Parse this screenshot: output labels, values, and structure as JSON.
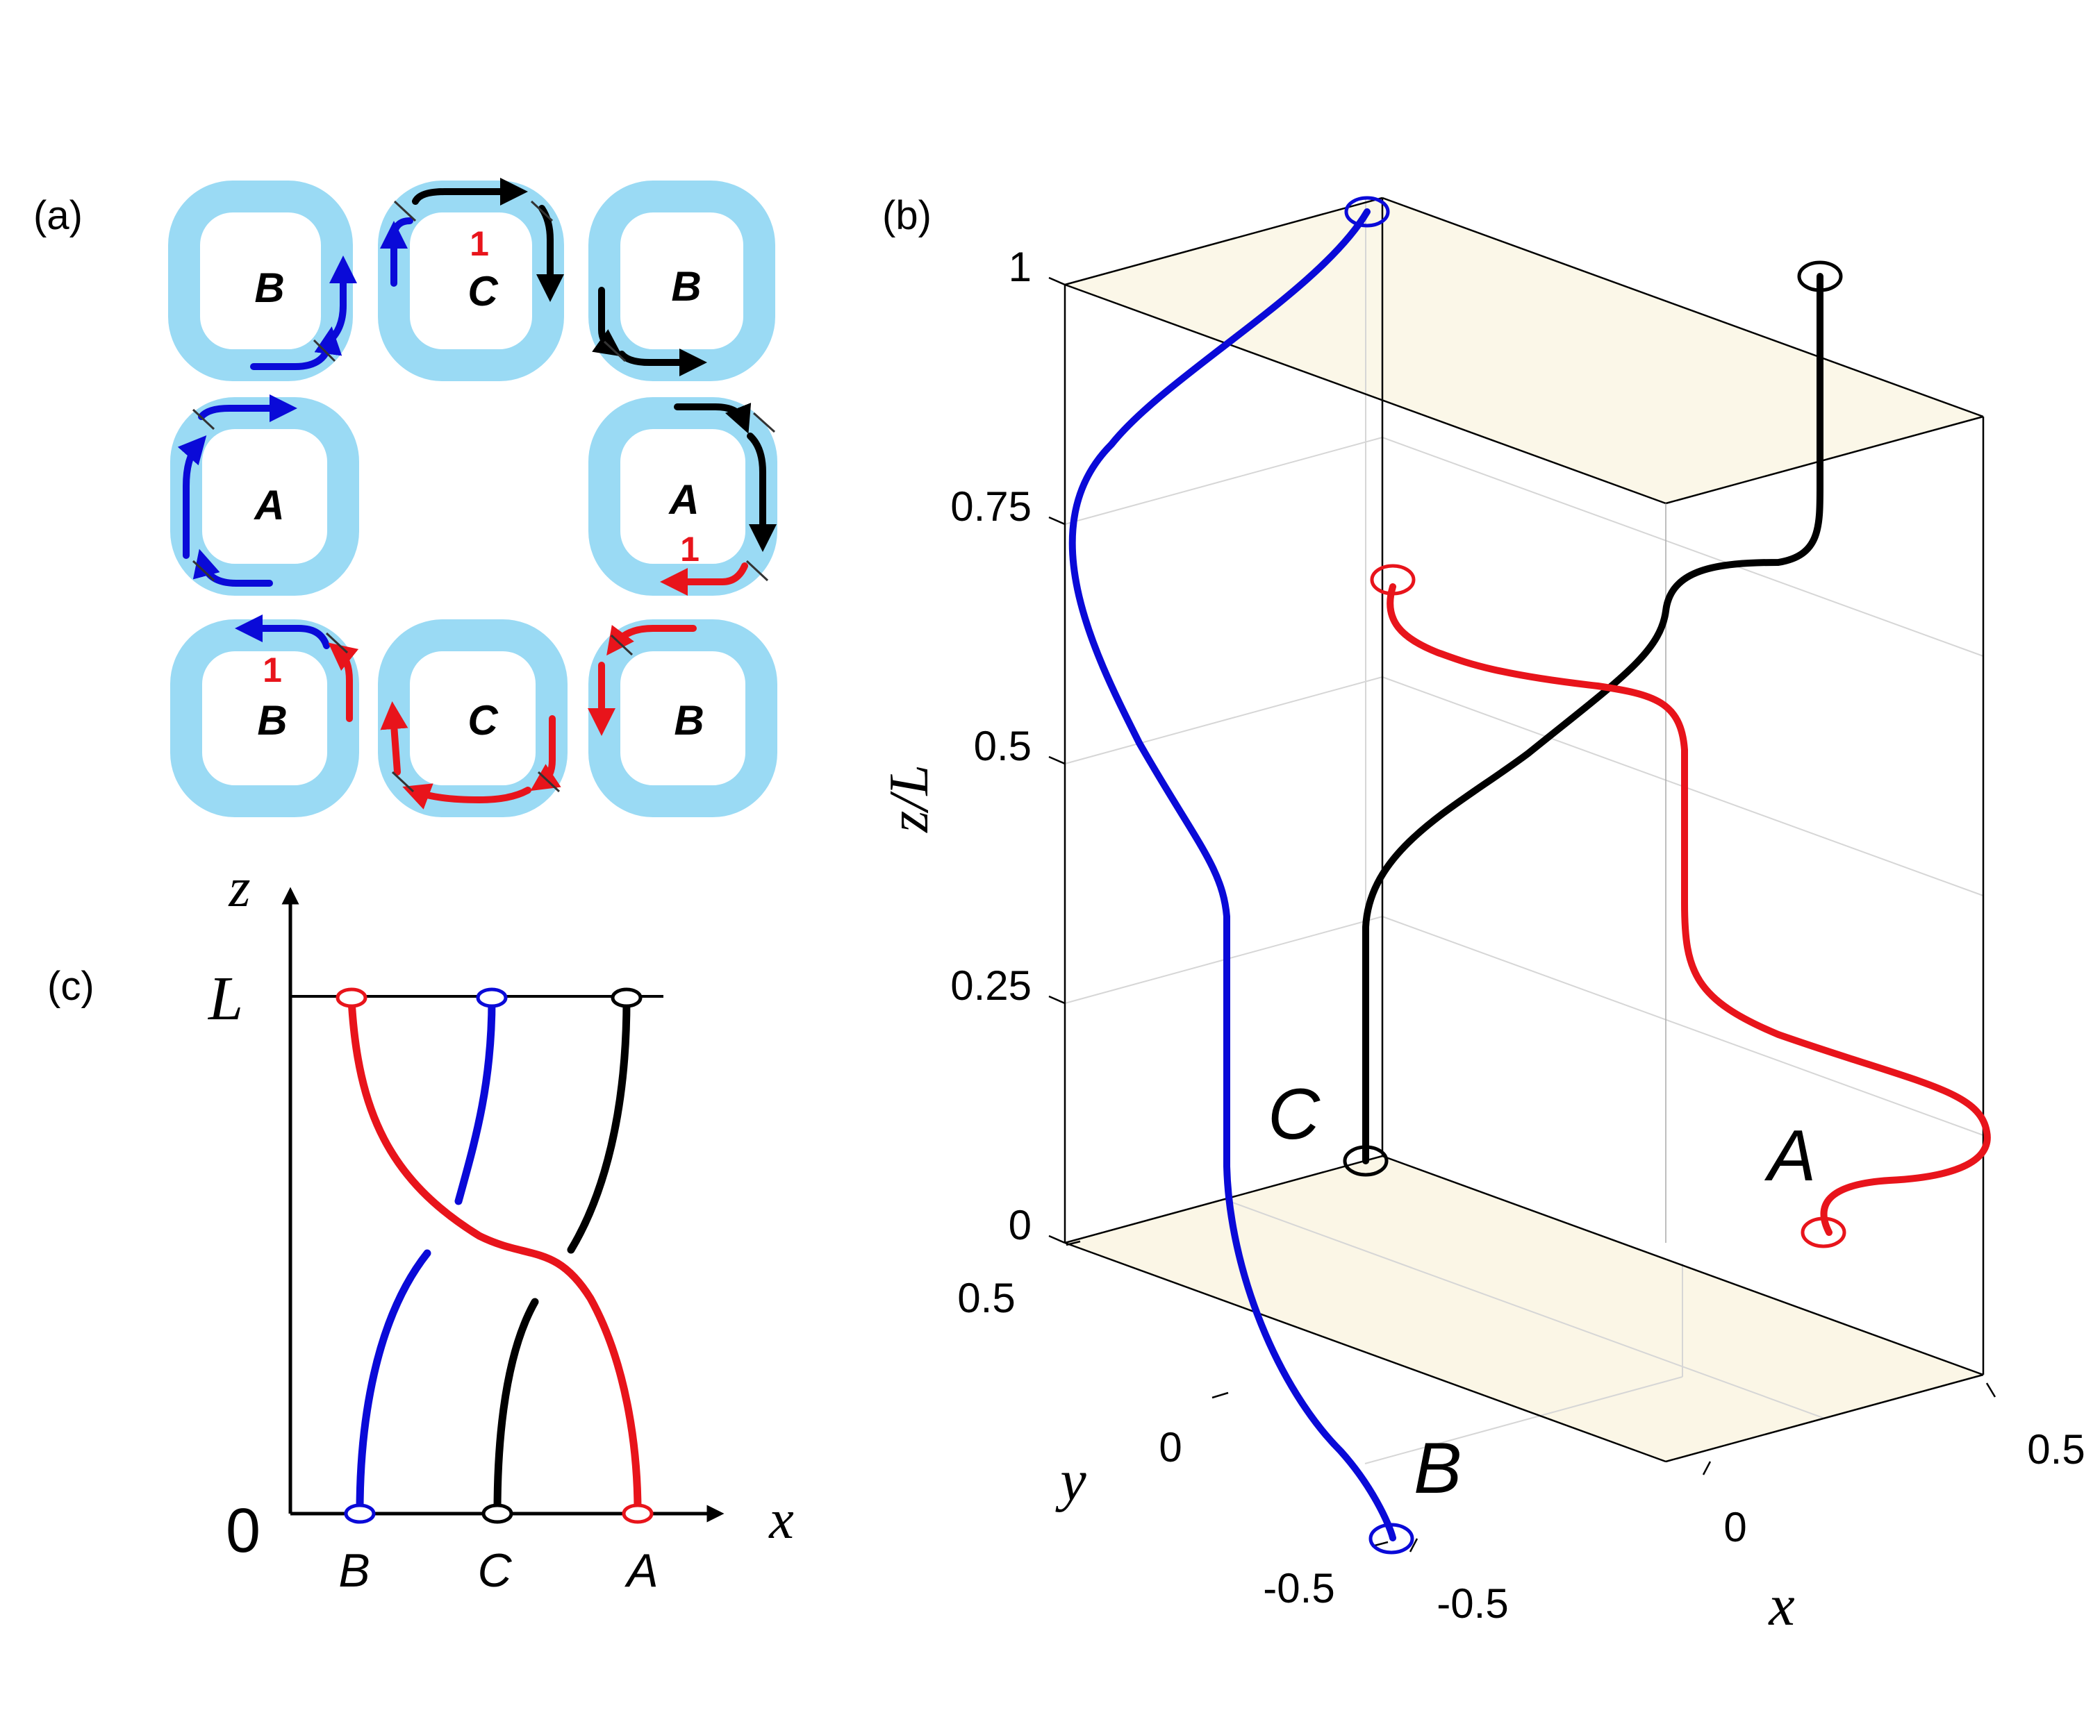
{
  "panels": {
    "a": {
      "label": "(a)",
      "sites": [
        "B",
        "C",
        "B",
        "A",
        "A",
        "B",
        "C",
        "B"
      ],
      "marks": [
        "1",
        "1",
        "1"
      ]
    },
    "b": {
      "label": "(b)",
      "z_axis_label": "z/L",
      "y_axis_label": "y",
      "x_axis_label": "x",
      "z_ticks": [
        "1",
        "0.75",
        "0.5",
        "0.25",
        "0"
      ],
      "y_ticks": [
        "0.5",
        "0",
        "-0.5"
      ],
      "x_ticks": [
        "-0.5",
        "0",
        "0.5"
      ],
      "endpoint_labels": {
        "C": "C",
        "A": "A",
        "B": "B"
      }
    },
    "c": {
      "label": "(c)",
      "z_axis_label": "z",
      "x_axis_label": "x",
      "top_label": "L",
      "bottom_label": "0",
      "bottom_sites": [
        "B",
        "C",
        "A"
      ]
    }
  },
  "colors": {
    "blue": "#0a0ad8",
    "red": "#e8141b",
    "black": "#000000",
    "ring": "#9adaf4",
    "plane": "#fbf6e6"
  }
}
